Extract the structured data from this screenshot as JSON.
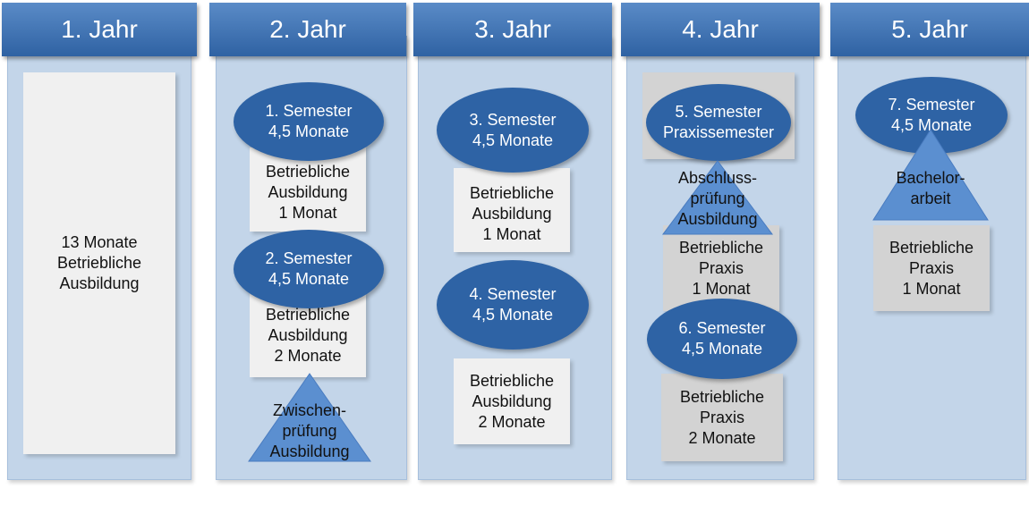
{
  "years": [
    "1. Jahr",
    "2. Jahr",
    "3. Jahr",
    "4. Jahr",
    "5. Jahr"
  ],
  "year1": {
    "training": [
      "13 Monate",
      "Betriebliche",
      "Ausbildung"
    ]
  },
  "year2": {
    "semester1": [
      "1. Semester",
      "4,5 Monate"
    ],
    "training1": [
      "Betriebliche",
      "Ausbildung",
      "1 Monat"
    ],
    "semester2": [
      "2. Semester",
      "4,5 Monate"
    ],
    "training2": [
      "Betriebliche",
      "Ausbildung",
      "2 Monate"
    ],
    "exam": [
      "Zwischen-",
      "prüfung",
      "Ausbildung"
    ]
  },
  "year3": {
    "semester3": [
      "3. Semester",
      "4,5 Monate"
    ],
    "training1": [
      "Betriebliche",
      "Ausbildung",
      "1 Monat"
    ],
    "semester4": [
      "4. Semester",
      "4,5 Monate"
    ],
    "training2": [
      "Betriebliche",
      "Ausbildung",
      "2 Monate"
    ]
  },
  "year4": {
    "semester5": [
      "5. Semester",
      "Praxissemester"
    ],
    "exam": [
      "Abschluss-",
      "prüfung",
      "Ausbildung"
    ],
    "practice1": [
      "Betriebliche",
      "Praxis",
      "1 Monat"
    ],
    "semester6": [
      "6. Semester",
      "4,5 Monate"
    ],
    "practice2": [
      "Betriebliche",
      "Praxis",
      "2 Monate"
    ]
  },
  "year5": {
    "semester7": [
      "7. Semester",
      "4,5 Monate"
    ],
    "thesis": [
      "Bachelor-",
      "arbeit"
    ],
    "practice": [
      "Betriebliche",
      "Praxis",
      "1 Monat"
    ]
  },
  "colors": {
    "column": "#c3d5e9",
    "header": "#3d72b4",
    "semester": "#2e63a5",
    "triangle": "#5b8fd0",
    "box_light": "#f0f0f0",
    "box_gray": "#d3d3d3"
  }
}
